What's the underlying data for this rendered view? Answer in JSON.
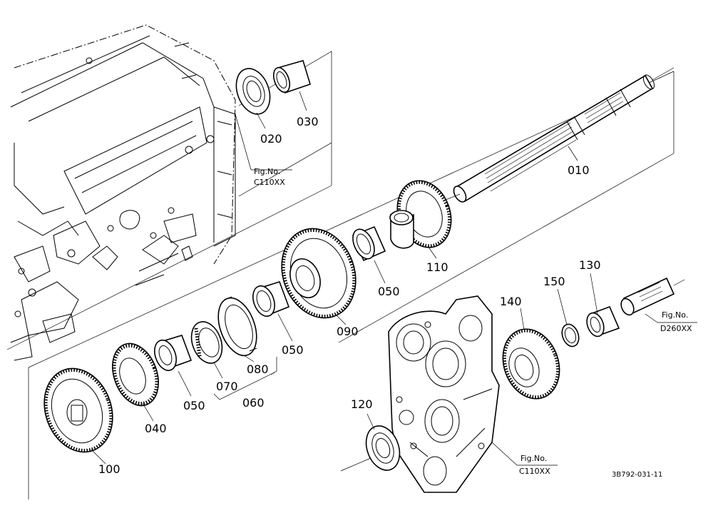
{
  "diagram": {
    "parts": [
      {
        "id": "part-010",
        "label": "010"
      },
      {
        "id": "part-020",
        "label": "020"
      },
      {
        "id": "part-030",
        "label": "030"
      },
      {
        "id": "part-040",
        "label": "040"
      },
      {
        "id": "part-050a",
        "label": "050"
      },
      {
        "id": "part-050b",
        "label": "050"
      },
      {
        "id": "part-050c",
        "label": "050"
      },
      {
        "id": "part-060",
        "label": "060"
      },
      {
        "id": "part-070",
        "label": "070"
      },
      {
        "id": "part-080",
        "label": "080"
      },
      {
        "id": "part-090",
        "label": "090"
      },
      {
        "id": "part-100",
        "label": "100"
      },
      {
        "id": "part-110",
        "label": "110"
      },
      {
        "id": "part-120",
        "label": "120"
      },
      {
        "id": "part-130",
        "label": "130"
      },
      {
        "id": "part-140",
        "label": "140"
      },
      {
        "id": "part-150",
        "label": "150"
      }
    ],
    "figure_refs": [
      {
        "id": "ref-c110-top",
        "line1": "Fig.No.",
        "line2": "C110XX"
      },
      {
        "id": "ref-d260",
        "line1": "Fig.No.",
        "line2": "D260XX"
      },
      {
        "id": "ref-c110-bottom",
        "line1": "Fig.No.",
        "line2": "C110XX"
      }
    ],
    "drawing_code": "3B792-031-11"
  }
}
